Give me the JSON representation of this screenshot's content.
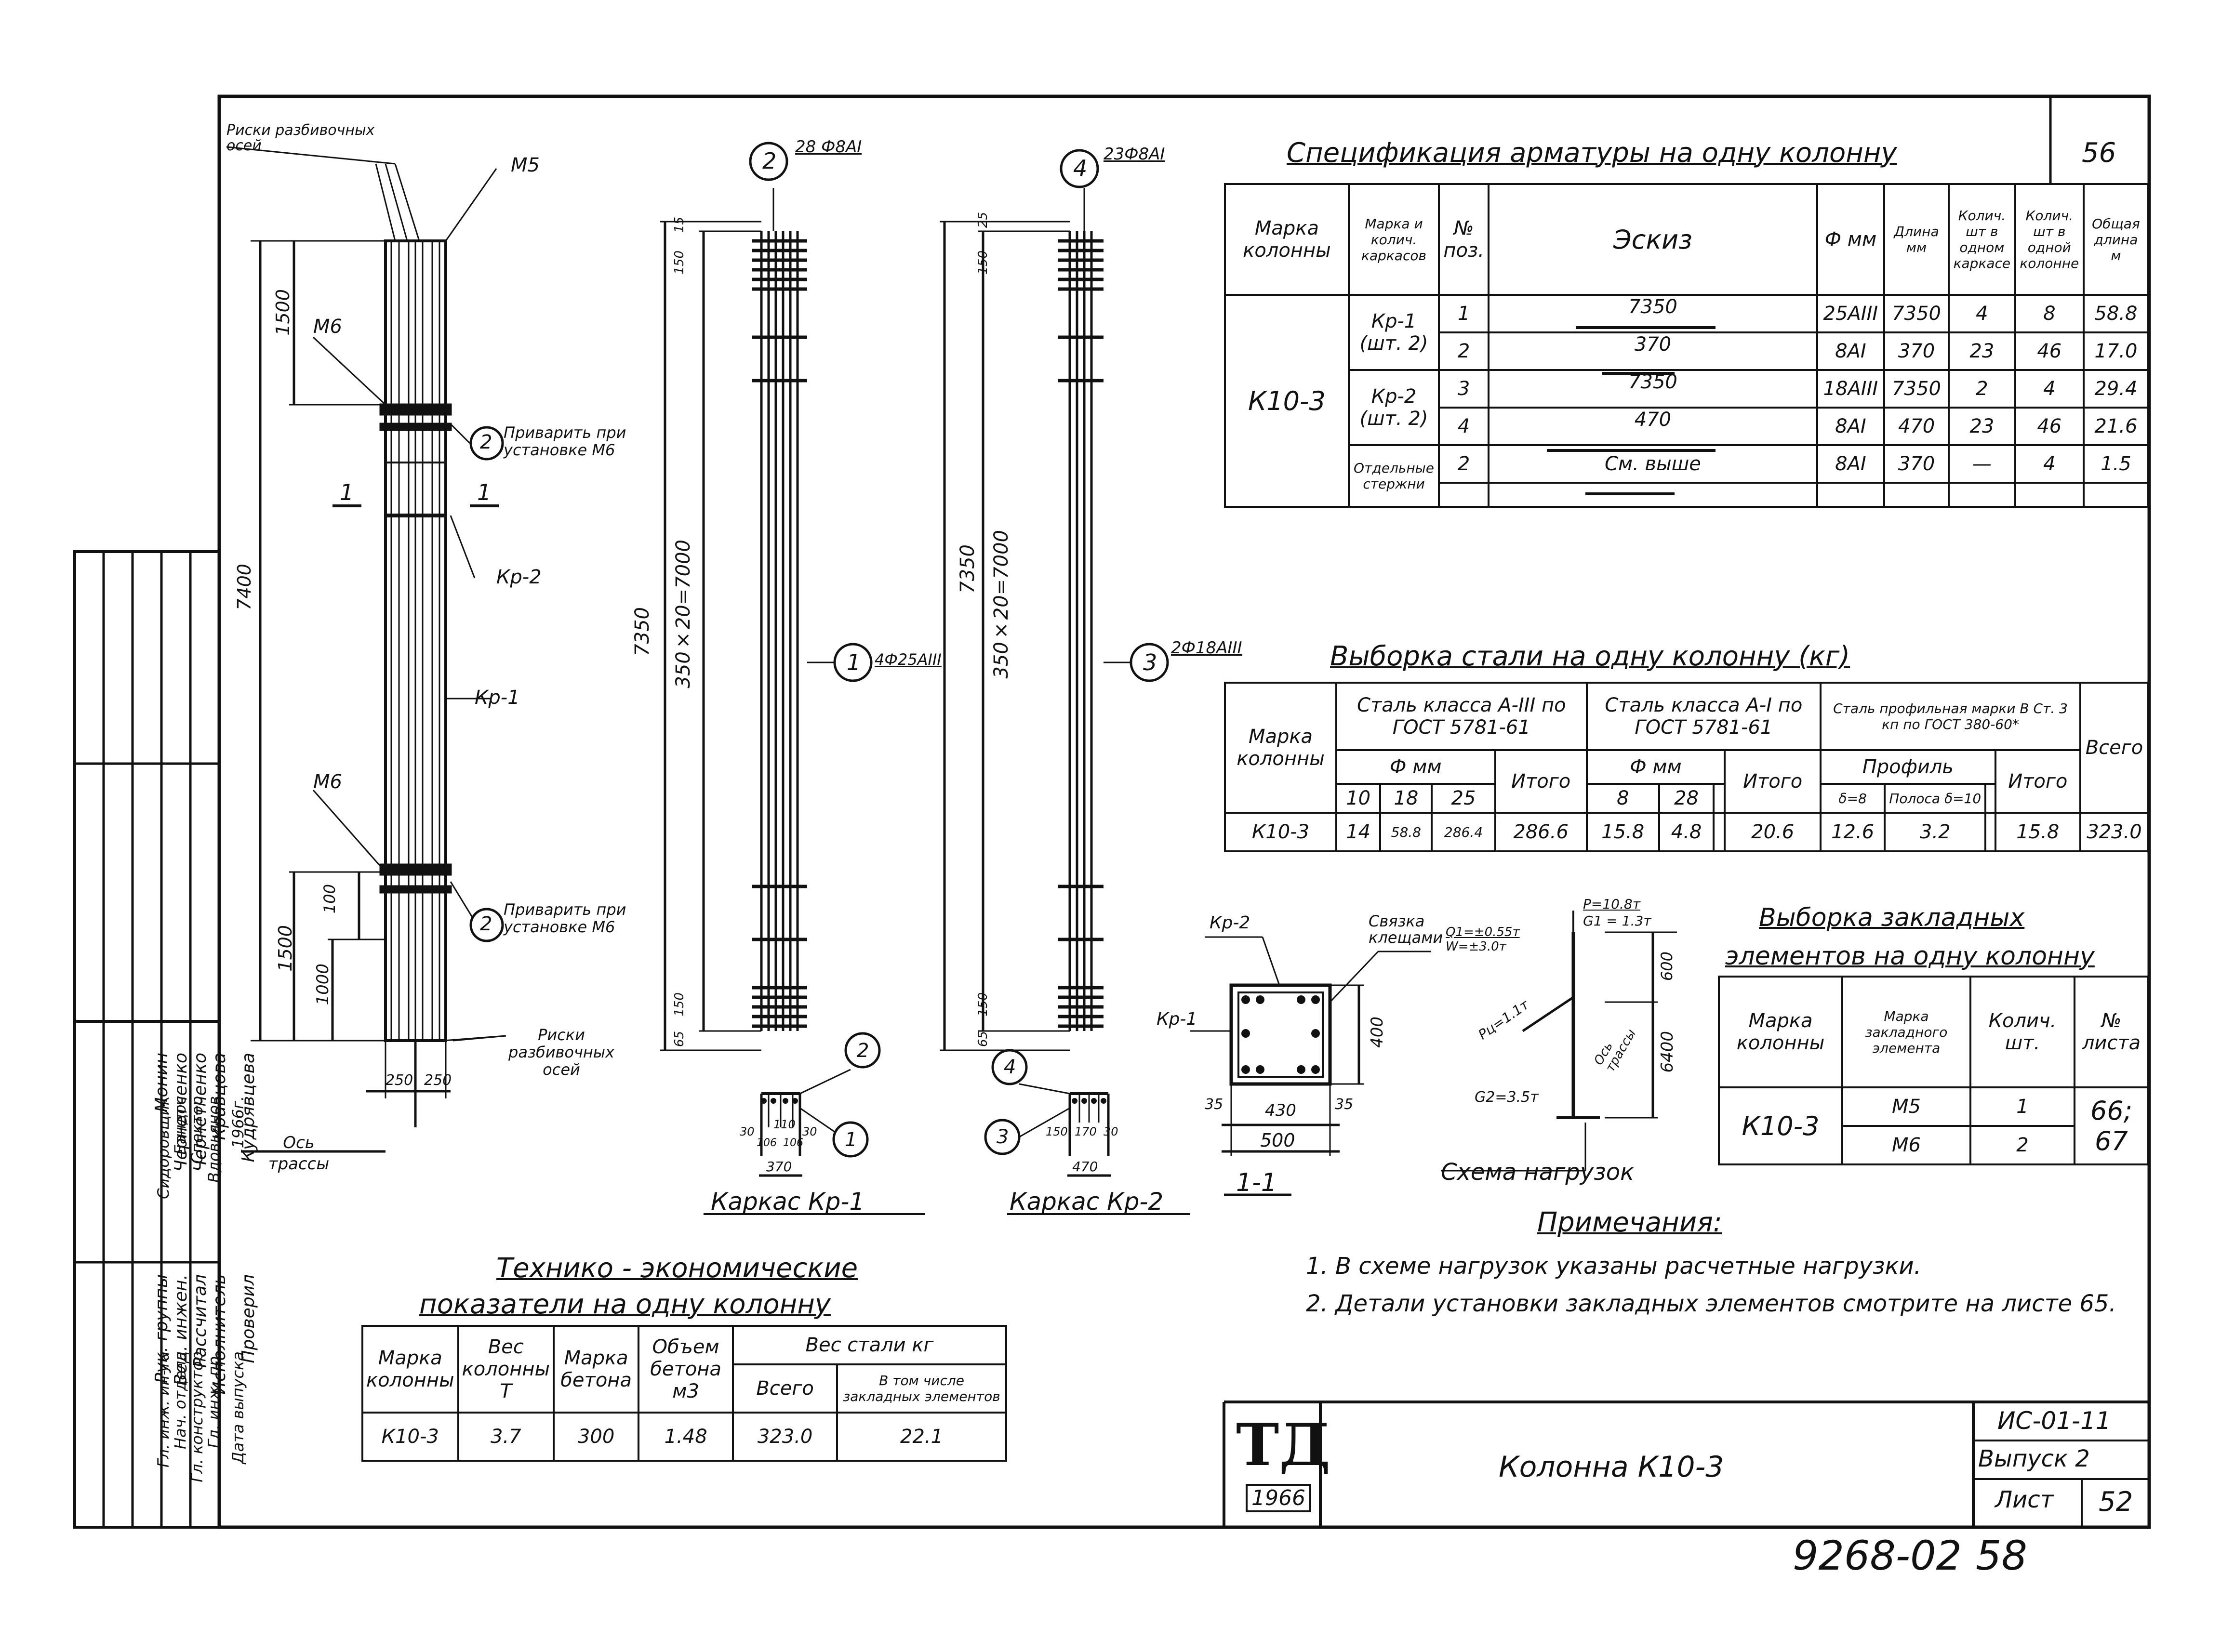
{
  "sheet": {
    "page_no": "56",
    "series": "ИС-01-11",
    "issue": "Выпуск 2",
    "sheet_label": "Лист",
    "sheet_no": "52",
    "title": "Колонна К10-3",
    "logo_text": "ТД",
    "logo_year": "1966",
    "archive_no": "9268-02",
    "archive_page": "58"
  },
  "column_drawing": {
    "label_risks_top": "Риски разбивочных осей",
    "label_m5": "М5",
    "label_m6_top": "М6",
    "label_m6_bottom": "М6",
    "dim_1500_top": "1500",
    "dim_7400": "7400",
    "label_weld_top": "Приварить при установке М6",
    "label_weld_bottom": "Приварить при установке М6",
    "mark_2_top": "2",
    "mark_2_bottom": "2",
    "section_left": "1",
    "section_right": "1",
    "label_kr2": "Кр-2",
    "label_kr1": "Кр-1",
    "dim_100": "100",
    "dim_1500_bottom": "1500",
    "dim_1000": "1000",
    "label_risks_bottom": "Риски разбивочных осей",
    "dim_250_left": "250",
    "dim_250_right": "250",
    "label_os_trassy": "Ось трассы"
  },
  "cage_kr1": {
    "mark_top": "2",
    "bar_top": "28 Ф8АI",
    "mark_mid": "1",
    "bar_mid": "4Ф25АIII",
    "dim_7350": "7350",
    "dim_span": "350×20=7000",
    "dim_15": "15",
    "dim_150_top": "150",
    "dim_150_bottom": "150",
    "dim_65": "65",
    "title": "Каркас Кр-1",
    "section_mark_2": "2",
    "section_mark_1": "1",
    "dim_30a": "30",
    "dim_110": "110",
    "dim_30b": "30",
    "dim_106a": "106",
    "dim_106b": "106",
    "dim_370": "370"
  },
  "cage_kr2": {
    "mark_top": "4",
    "bar_top": "23Ф8АI",
    "mark_mid": "3",
    "bar_mid": "2Ф18АIII",
    "dim_7350": "7350",
    "dim_span": "350×20=7000",
    "dim_25": "25",
    "dim_150_top": "150",
    "dim_150_bottom": "150",
    "dim_65": "65",
    "title": "Каркас Кр-2",
    "section_mark_4": "4",
    "section_mark_3": "3",
    "dim_150": "150",
    "dim_170": "170",
    "dim_30": "30",
    "dim_470": "470"
  },
  "section_11": {
    "label_kr2": "Кр-2",
    "label_kr1": "Кр-1",
    "label_tie": "Связка клещами",
    "dim_400": "400",
    "dim_430": "430",
    "dim_35a": "35",
    "dim_35b": "35",
    "dim_500": "500",
    "title": "1-1"
  },
  "load_scheme": {
    "p": "P=10.8т",
    "g1": "G1 = 1.3т",
    "q1": "Q1=±0.55т",
    "w": "W=±3.0т",
    "pu": "Pц=1.1т",
    "g2": "G2=3.5т",
    "dim_600": "600",
    "dim_6400": "6400",
    "axis_label": "Ось трассы",
    "title": "Схема нагрузок"
  },
  "spec_table": {
    "title": "Спецификация арматуры на одну колонну",
    "headers": [
      "Марка колонны",
      "Марка и колич. каркасов",
      "№ поз.",
      "Эскиз",
      "Ф мм",
      "Длина мм",
      "Колич. шт в одном каркасе",
      "Колич. шт в одной колонне",
      "Общая длина м"
    ],
    "header_qty": "Колич. шт",
    "header_qty_a": "в одном каркасе",
    "header_qty_b": "в одной колонне",
    "column_mark": "К10-3",
    "group1": "Кр-1",
    "group1_qty": "(шт. 2)",
    "group2": "Кр-2",
    "group2_qty": "(шт. 2)",
    "group3": "Отдельные стержни",
    "rows": [
      {
        "pos": "1",
        "sketch": "7350",
        "d": "25АIII",
        "len": "7350",
        "q1": "4",
        "q2": "8",
        "total": "58.8"
      },
      {
        "pos": "2",
        "sketch": "370",
        "d": "8АI",
        "len": "370",
        "q1": "23",
        "q2": "46",
        "total": "17.0"
      },
      {
        "pos": "3",
        "sketch": "7350",
        "d": "18АIII",
        "len": "7350",
        "q1": "2",
        "q2": "4",
        "total": "29.4"
      },
      {
        "pos": "4",
        "sketch": "470",
        "d": "8АI",
        "len": "470",
        "q1": "23",
        "q2": "46",
        "total": "21.6"
      },
      {
        "pos": "2",
        "sketch": "См. выше",
        "d": "8АI",
        "len": "370",
        "q1": "—",
        "q2": "4",
        "total": "1.5"
      }
    ]
  },
  "steel_table": {
    "title": "Выборка стали на одну колонну (кг)",
    "h_mark": "Марка колонны",
    "h_a3": "Сталь класса А-III по ГОСТ 5781-61",
    "h_a1": "Сталь класса А-I по ГОСТ 5781-61",
    "h_prof": "Сталь профильная марки В Ст. 3 кп по ГОСТ 380-60*",
    "h_dmm_1": "Ф мм",
    "h_dmm_2": "Ф мм",
    "h_profile": "Профиль",
    "h_itogo": "Итого",
    "h_total": "Всего",
    "d_a3": [
      "10",
      "18",
      "25"
    ],
    "d_a1": [
      "8",
      "28"
    ],
    "d_prof": [
      "δ=8",
      "Полоса δ=10"
    ],
    "row": {
      "mark": "К10-3",
      "a3": [
        "14",
        "58.8",
        "286.4"
      ],
      "a3_total": "286.6",
      "a1": [
        "15.8",
        "4.8"
      ],
      "a1_total": "20.6",
      "prof": [
        "12.6",
        "3.2"
      ],
      "prof_total": "15.8",
      "total": "323.0"
    }
  },
  "embed_table": {
    "title_line1": "Выборка закладных",
    "title_line2": "элементов на одну колонну",
    "headers": [
      "Марка колонны",
      "Марка закладного элемента",
      "Колич. шт.",
      "№ листа"
    ],
    "column": "К10-3",
    "rows": [
      {
        "el": "М5",
        "qty": "1"
      },
      {
        "el": "М6",
        "qty": "2"
      }
    ],
    "sheets": "66; 67"
  },
  "notes": {
    "title": "Примечания:",
    "items": [
      "1. В схеме нагрузок указаны расчетные нагрузки.",
      "2. Детали установки закладных элементов смотрите на листе 65."
    ]
  },
  "tech_table": {
    "title_line1": "Технико - экономические",
    "title_line2": "показатели на одну колонну",
    "headers": [
      "Марка колонны",
      "Вес колонны Т",
      "Марка бетона",
      "Объем бетона м3",
      "Вес стали кг",
      "Всего",
      "В том числе закладных элементов"
    ],
    "row": {
      "mark": "К10-3",
      "weight": "3.7",
      "concrete": "300",
      "volume": "1.48",
      "steel_total": "323.0",
      "steel_embed": "22.1"
    }
  },
  "stamp": {
    "rows": [
      {
        "role": "Рук. группы",
        "name": "Монин"
      },
      {
        "role": "Вед. инжен.",
        "name": "Чернетченко"
      },
      {
        "role": "Рассчитал",
        "name": "Чернетченко"
      },
      {
        "role": "Исполнитель",
        "name": "Кравцова"
      },
      {
        "role": "Проверил",
        "name": "Кудрявцева"
      }
    ],
    "rows2": [
      {
        "role": "Гл. инж. ин-та",
        "name": "Сидоровщик"
      },
      {
        "role": "Нач. отдела",
        "name": "Бандос"
      },
      {
        "role": "Гл. конструктор",
        "name": "Спектор"
      },
      {
        "role": "Гл. инж. пр.",
        "name": "Вдовьянов"
      },
      {
        "role": "Дата выпуска",
        "name": "1966г."
      }
    ]
  }
}
